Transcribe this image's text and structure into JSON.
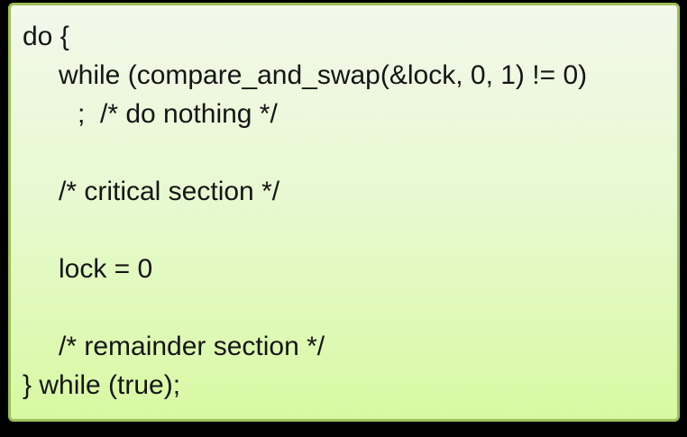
{
  "theme": {
    "canvas-bg": "#000000",
    "box-border": "#9DBF58",
    "fill-top": "#F3F8EB",
    "fill-mid": "#E7F9D0",
    "fill-bottom": "#D8F9A2",
    "code-text": "#151515"
  },
  "code_box": {
    "description": "Mutex lock pseudocode listing using compare_and_swap",
    "lines": [
      {
        "text": "do {"
      },
      {
        "text": "while (compare_and_swap(&lock, 0, 1) != 0)"
      },
      {
        "text": ";  /* do nothing */"
      },
      {
        "text": ""
      },
      {
        "text": "/* critical section */"
      },
      {
        "text": ""
      },
      {
        "text": "lock = 0"
      },
      {
        "text": ""
      },
      {
        "text": "/* remainder section */"
      },
      {
        "text": "} while (true);"
      }
    ]
  }
}
